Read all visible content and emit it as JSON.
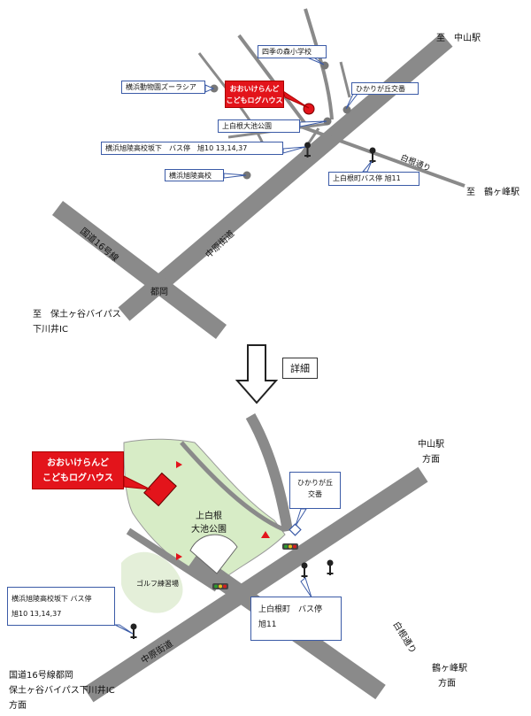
{
  "top_map": {
    "destinations": {
      "nakayama": "至　中山駅",
      "tsurugamine": "至　鶴ヶ峰駅",
      "hodogaya": "至　保土ヶ谷バイパス",
      "shimokawai": "下川井IC"
    },
    "roads": {
      "route16": "国道16号線",
      "nakahara": "中原街道",
      "kamishirane": "白根通り",
      "tsuoka": "都岡"
    },
    "callouts": {
      "school_shiki": "四季の森小学校",
      "zoorasia": "横浜動物園ズーラシア",
      "koban": "ひかりが丘交番",
      "ike_park": "上白根大池公園",
      "bus_kosaka": "横浜旭陵高校坂下　バス停　旭10 13,14,37",
      "high_school": "横浜旭陵高校",
      "bus_kamishirane": "上白根町バス停 旭11"
    },
    "target": {
      "line1": "おおいけらんど",
      "line2": "こどもログハウス"
    }
  },
  "detail_button": "詳細",
  "bottom_map": {
    "destinations": {
      "nakayama_line1": "中山駅",
      "nakayama_line2": "方面",
      "tsurugamine_line1": "鶴ヶ峰駅",
      "tsurugamine_line2": "方面",
      "route16_line1": "国道16号線都岡",
      "route16_line2": "保土ヶ谷バイパス下川井IC",
      "route16_line3": "方面"
    },
    "roads": {
      "nakahara": "中原街道",
      "shirane": "白根通り"
    },
    "park_line1": "上白根",
    "park_line2": "大池公園",
    "golf": "ゴルフ練習場",
    "callouts": {
      "koban_line1": "ひかりが丘",
      "koban_line2": "交番",
      "bus_kosaka_line1": "横浜旭陵高校坂下 バス停",
      "bus_kosaka_line2": "旭10 13,14,37",
      "bus_kamishirane_line1": "上白根町　バス停",
      "bus_kamishirane_line2": "旭11"
    },
    "target": {
      "line1": "おおいけらんど",
      "line2": "こどもログハウス"
    }
  },
  "colors": {
    "road": "#8a8a8a",
    "park": "#d7ecc6",
    "target": "#e3141b",
    "callout_border": "#3b5ba7",
    "golf": "#e4efd9"
  }
}
